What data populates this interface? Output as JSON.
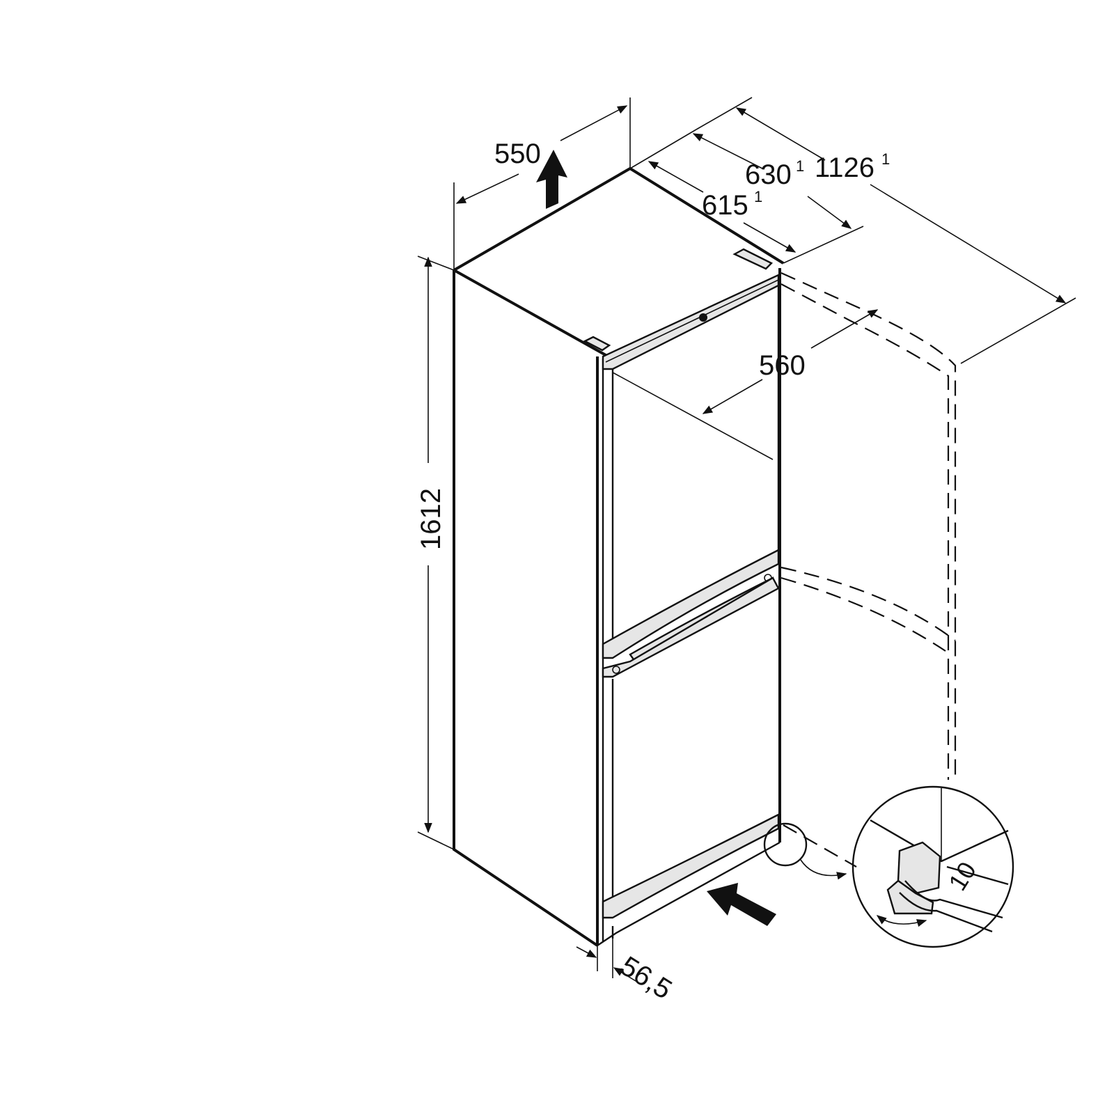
{
  "diagram": {
    "subject": "Fridge-freezer installation dimensions",
    "units": "mm",
    "dimensions": {
      "width": {
        "value": "550"
      },
      "depth_body": {
        "value": "615",
        "footnote": "1"
      },
      "depth_with_door": {
        "value": "630",
        "footnote": "1"
      },
      "depth_door_open": {
        "value": "1126",
        "footnote": "1"
      },
      "door_clearance": {
        "value": "560"
      },
      "height": {
        "value": "1612"
      },
      "wall_offset": {
        "value": "56,5"
      },
      "wrench_size": {
        "value": "10"
      }
    },
    "annotations": {
      "top_arrow": "ventilation-out-arrow",
      "bottom_arrow": "ventilation-in-arrow",
      "detail_callout": "adjustable-foot-detail"
    },
    "colors": {
      "line": "#111111",
      "panel_fill": "#e6e6e6",
      "background": "#ffffff"
    }
  }
}
